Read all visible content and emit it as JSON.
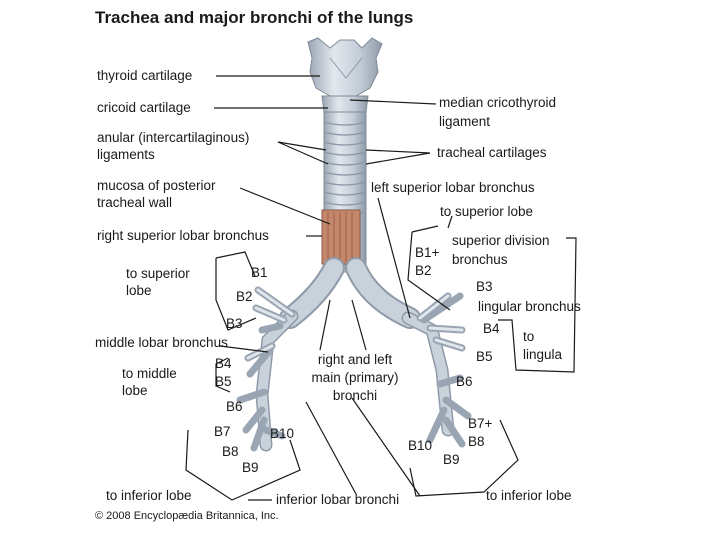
{
  "title": "Trachea and major bronchi of the lungs",
  "copyright": "© 2008 Encyclopædia Britannica, Inc.",
  "labels": {
    "thyroid_cartilage": "thyroid cartilage",
    "cricoid_cartilage": "cricoid cartilage",
    "anular_ligaments_1": "anular (intercartilaginous)",
    "anular_ligaments_2": "ligaments",
    "mucosa_1": "mucosa of posterior",
    "mucosa_2": "tracheal wall",
    "right_superior_lobar_bronchus": "right superior lobar bronchus",
    "to_superior_lobe_right_1": "to superior",
    "to_superior_lobe_right_2": "lobe",
    "middle_lobar_bronchus": "middle lobar bronchus",
    "to_middle_lobe_1": "to middle",
    "to_middle_lobe_2": "lobe",
    "to_inferior_lobe_right": "to inferior lobe",
    "median_cricothyroid_1": "median cricothyroid",
    "median_cricothyroid_2": "ligament",
    "tracheal_cartilages": "tracheal cartilages",
    "left_superior_lobar_bronchus": "left superior lobar bronchus",
    "to_superior_lobe_left": "to superior lobe",
    "superior_division_1": "superior division",
    "superior_division_2": "bronchus",
    "lingular_bronchus": "lingular bronchus",
    "to_lingula_1": "to",
    "to_lingula_2": "lingula",
    "to_inferior_lobe_left": "to inferior lobe",
    "main_bronchi_1": "right and left",
    "main_bronchi_2": "main (primary)",
    "main_bronchi_3": "bronchi",
    "inferior_lobar_bronchi": "inferior lobar bronchi"
  },
  "segments": {
    "r_b1": "B1",
    "r_b2": "B2",
    "r_b3": "B3",
    "r_b4": "B4",
    "r_b5": "B5",
    "r_b6": "B6",
    "r_b7": "B7",
    "r_b8": "B8",
    "r_b9": "B9",
    "r_b10": "B10",
    "l_b1_1": "B1+",
    "l_b1_2": "B2",
    "l_b3": "B3",
    "l_b4": "B4",
    "l_b5": "B5",
    "l_b6": "B6",
    "l_b7_1": "B7+",
    "l_b7_2": "B8",
    "l_b9": "B9",
    "l_b10": "B10"
  },
  "colors": {
    "airway": "#c9d1db",
    "airway_dark": "#8b97a6",
    "mucosa": "#c4876b",
    "ink": "#1a1a1a"
  }
}
